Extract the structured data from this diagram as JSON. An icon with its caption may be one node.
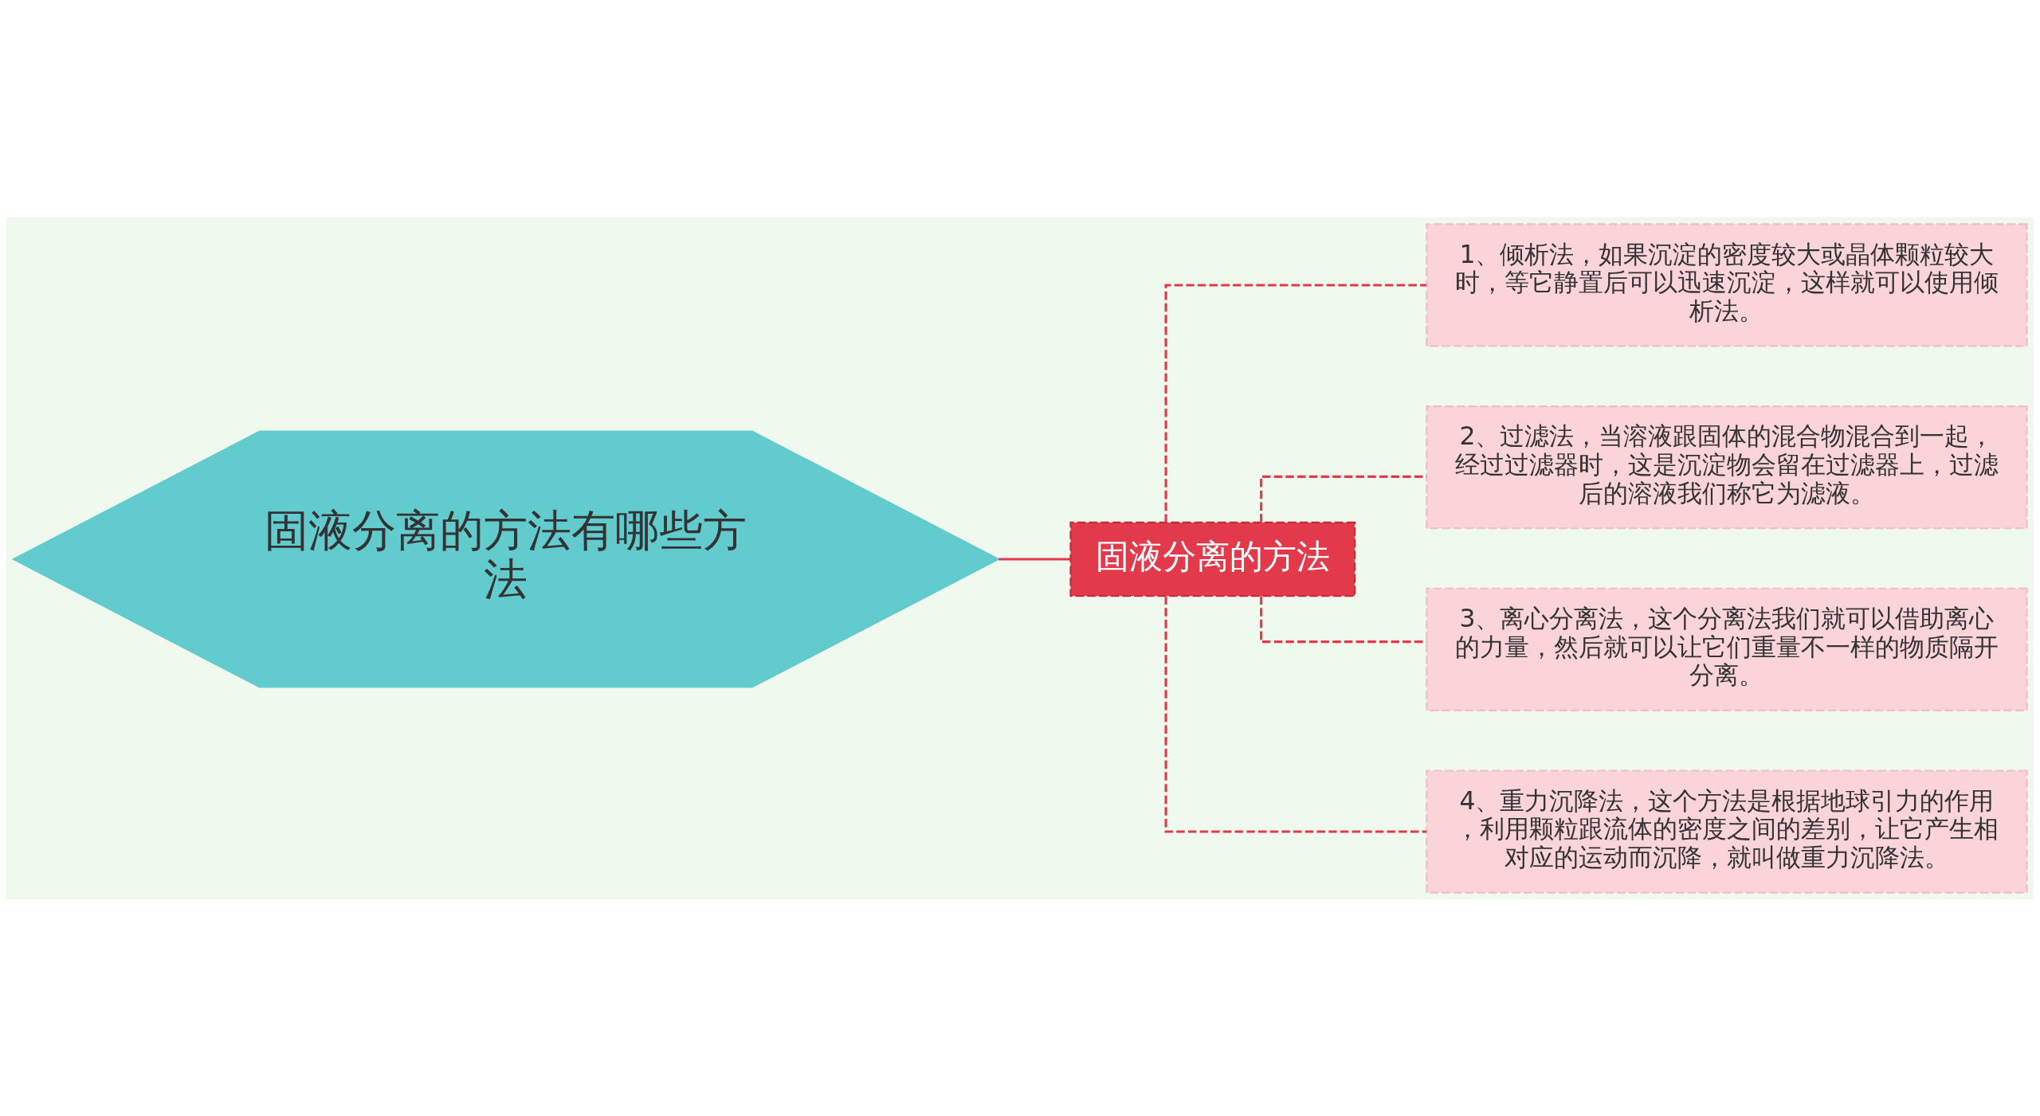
{
  "diagram": {
    "nodes": [
      {
        "text": [
          "固液分离的方法有哪些方法"
        ]
      },
      {
        "text": [
          "固液分离的方法"
        ]
      },
      {
        "text": [
          "1、倾析法，如果沉淀的密度较大或晶体颗粒较大时，等它静置后可以迅速沉淀，这样就可以使用倾析法。"
        ]
      },
      {
        "text": [
          "2、过滤法，当溶液跟固体的混合物混合到一起，经过过滤器时，这是沉淀物会留在过滤器上，过滤后的溶液我们称它为滤液。"
        ]
      },
      {
        "text": [
          "3、离心分离法，这个分离法我们就可以借助离心的力量，然后就可以让它们重量不一样的物质隔开分离。"
        ]
      },
      {
        "text": [
          "4、重力沉降法，这个方法是根据地球引力的作用，利用颗粒跟流体的密度之间的差别，让它产生相对应的运动而沉降，就叫做重力沉降法。"
        ]
      }
    ],
    "edges": [
      {
        "from": 0,
        "to": 1,
        "arrow": "none"
      },
      {
        "from": 1,
        "to": 2,
        "arrow": "none",
        "style": "dashed"
      },
      {
        "from": 1,
        "to": 3,
        "arrow": "none",
        "style": "dashed"
      },
      {
        "from": 1,
        "to": 4,
        "arrow": "none",
        "style": "dashed"
      },
      {
        "from": 1,
        "to": 5,
        "arrow": "none",
        "style": "dashed"
      }
    ]
  }
}
